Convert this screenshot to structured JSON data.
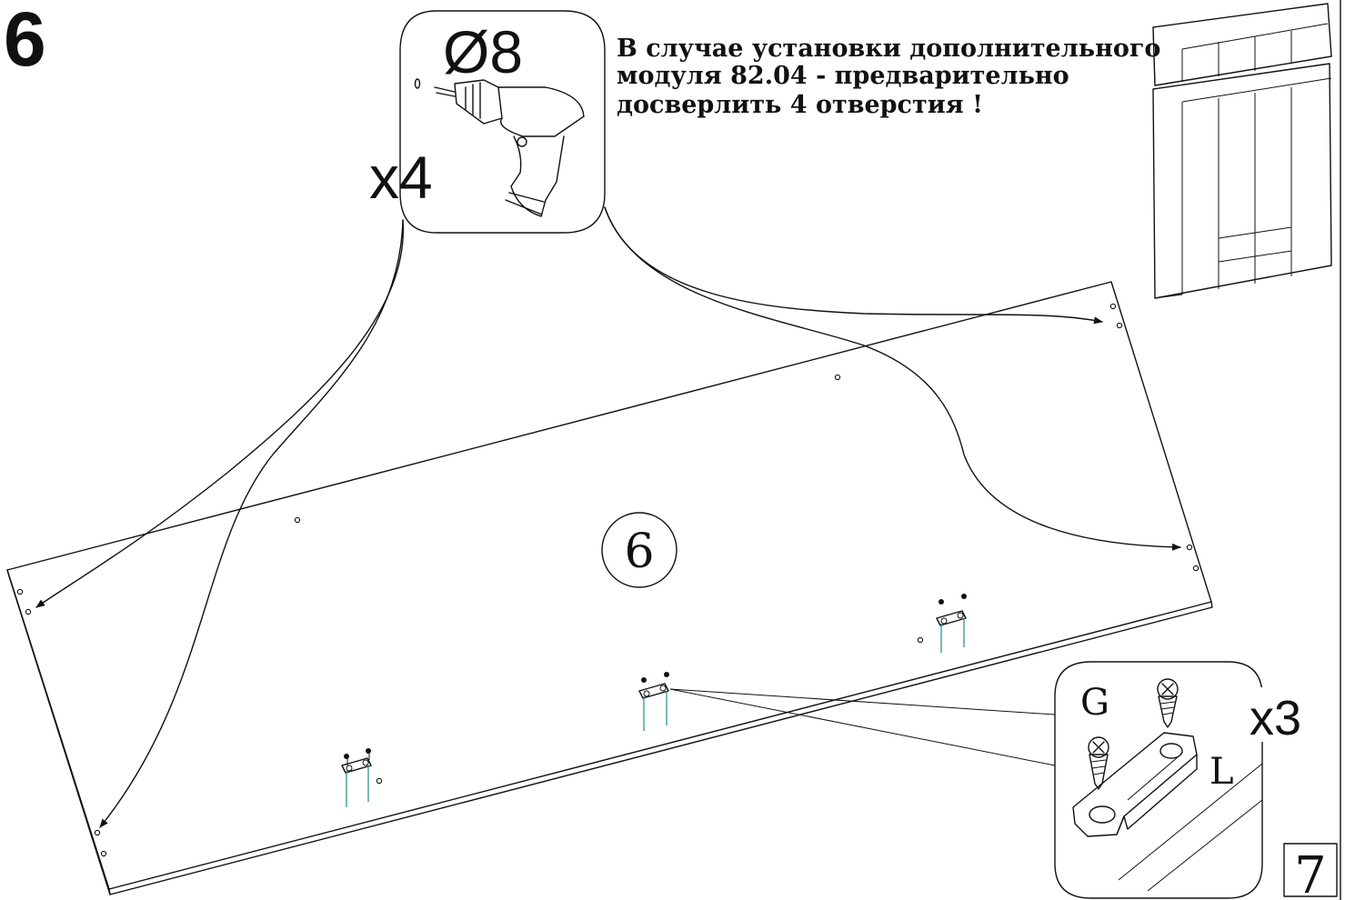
{
  "step": {
    "number": "6"
  },
  "drill_callout": {
    "diameter": "Ø8",
    "quantity": "x4",
    "icon": "drill-icon"
  },
  "instruction": {
    "lines": [
      "В случае установки дополнительного",
      "модуля 82.04 - предварительно",
      "досверлить 4 отверстия !"
    ]
  },
  "panel": {
    "label": "6"
  },
  "hardware_callout": {
    "label_g": "G",
    "label_l": "L",
    "quantity": "x3",
    "icons": [
      "screw-icon",
      "bracket-icon"
    ]
  },
  "page": {
    "number": "7"
  },
  "wardrobe_preview": {
    "icon": "wardrobe-icon"
  }
}
